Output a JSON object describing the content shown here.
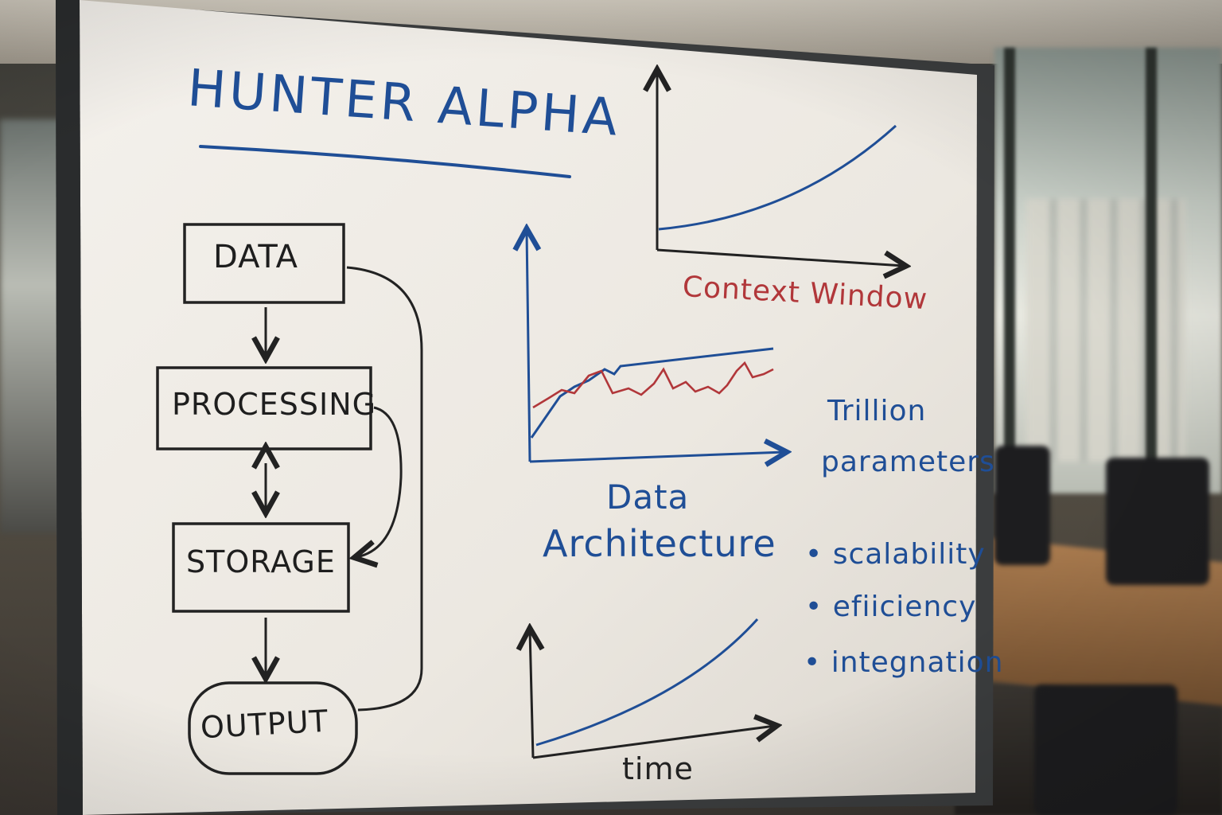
{
  "board": {
    "title": "HUNTER ALPHA",
    "flowchart": {
      "boxes": [
        "DATA",
        "PROCESSING",
        "STORAGE",
        "OUTPUT"
      ]
    },
    "top_chart_label": "Context Window",
    "middle_chart_label_line1": "Data",
    "middle_chart_label_line2": "Architecture",
    "side_note_line1": "Trillion",
    "side_note_line2": "parameters",
    "bullets": [
      "scalability",
      "efiiciency",
      "integnation"
    ],
    "bottom_chart_label": "time"
  },
  "colors": {
    "blue_ink": "#1f4e96",
    "red_ink": "#b1373a",
    "black_ink": "#222222",
    "board_surface": "#eeeae3",
    "frame": "#3b3d3e"
  }
}
